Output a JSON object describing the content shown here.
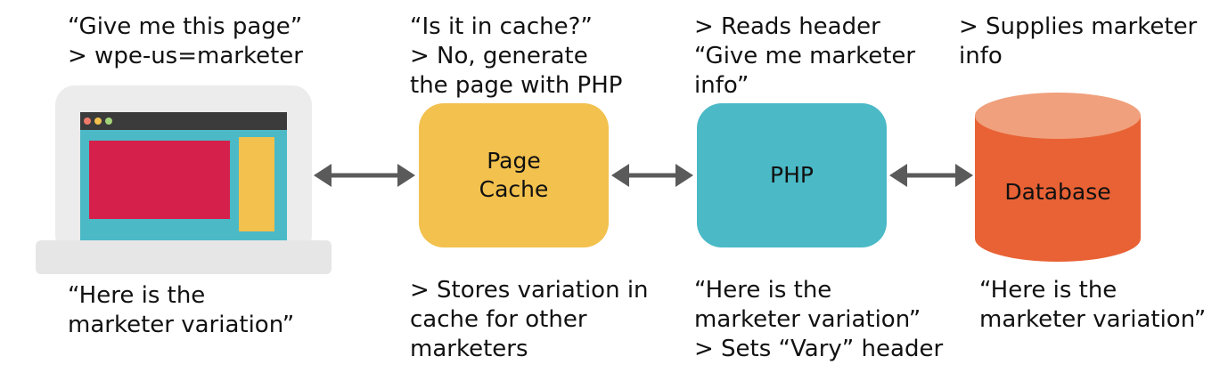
{
  "captions": {
    "client_top": "“Give me this page”\n> wpe-us=marketer",
    "client_bottom": "“Here is the\nmarketer variation”",
    "cache_top": "“Is it in cache?”\n> No, generate\nthe page with PHP",
    "cache_bottom": "> Stores variation in\ncache for other\nmarketers",
    "php_top": "> Reads header\n“Give me marketer\ninfo”",
    "php_bottom": "“Here is the\nmarketer variation”\n> Sets “Vary” header",
    "db_top": "> Supplies marketer\ninfo",
    "db_bottom": "“Here is the\nmarketer variation”"
  },
  "nodes": {
    "cache_label": "Page\nCache",
    "php_label": "PHP",
    "database_label": "Database"
  },
  "colors": {
    "laptop_frame": "#ececec",
    "laptop_base": "#e6e6e6",
    "screen_bg": "#4bb9c6",
    "screen_topbar": "#3b3b3b",
    "screen_main_block": "#d4204a",
    "screen_sidebar": "#f2c14e",
    "dot_red": "#f07a6a",
    "dot_yellow": "#f2c14e",
    "dot_green": "#a4d47a",
    "page_cache": "#f2c14e",
    "php": "#4bb9c6",
    "database_body": "#e86235",
    "database_top": "#f0a07c",
    "arrow": "#5a5a5a"
  },
  "icons": {
    "client": "laptop-icon",
    "database": "cylinder-icon",
    "connector": "double-arrow-icon"
  }
}
